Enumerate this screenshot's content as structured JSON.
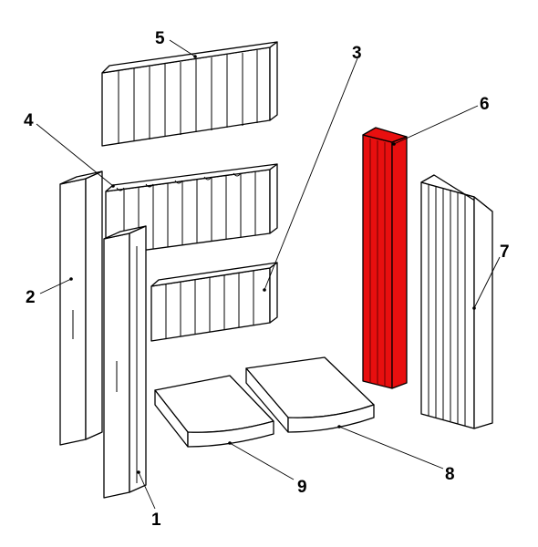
{
  "diagram": {
    "highlight_color": "#e80f0f",
    "parts": [
      {
        "id": "1",
        "label": "1"
      },
      {
        "id": "2",
        "label": "2"
      },
      {
        "id": "3",
        "label": "3"
      },
      {
        "id": "4",
        "label": "4"
      },
      {
        "id": "5",
        "label": "5"
      },
      {
        "id": "6",
        "label": "6",
        "highlighted": true
      },
      {
        "id": "7",
        "label": "7"
      },
      {
        "id": "8",
        "label": "8"
      },
      {
        "id": "9",
        "label": "9"
      }
    ]
  }
}
